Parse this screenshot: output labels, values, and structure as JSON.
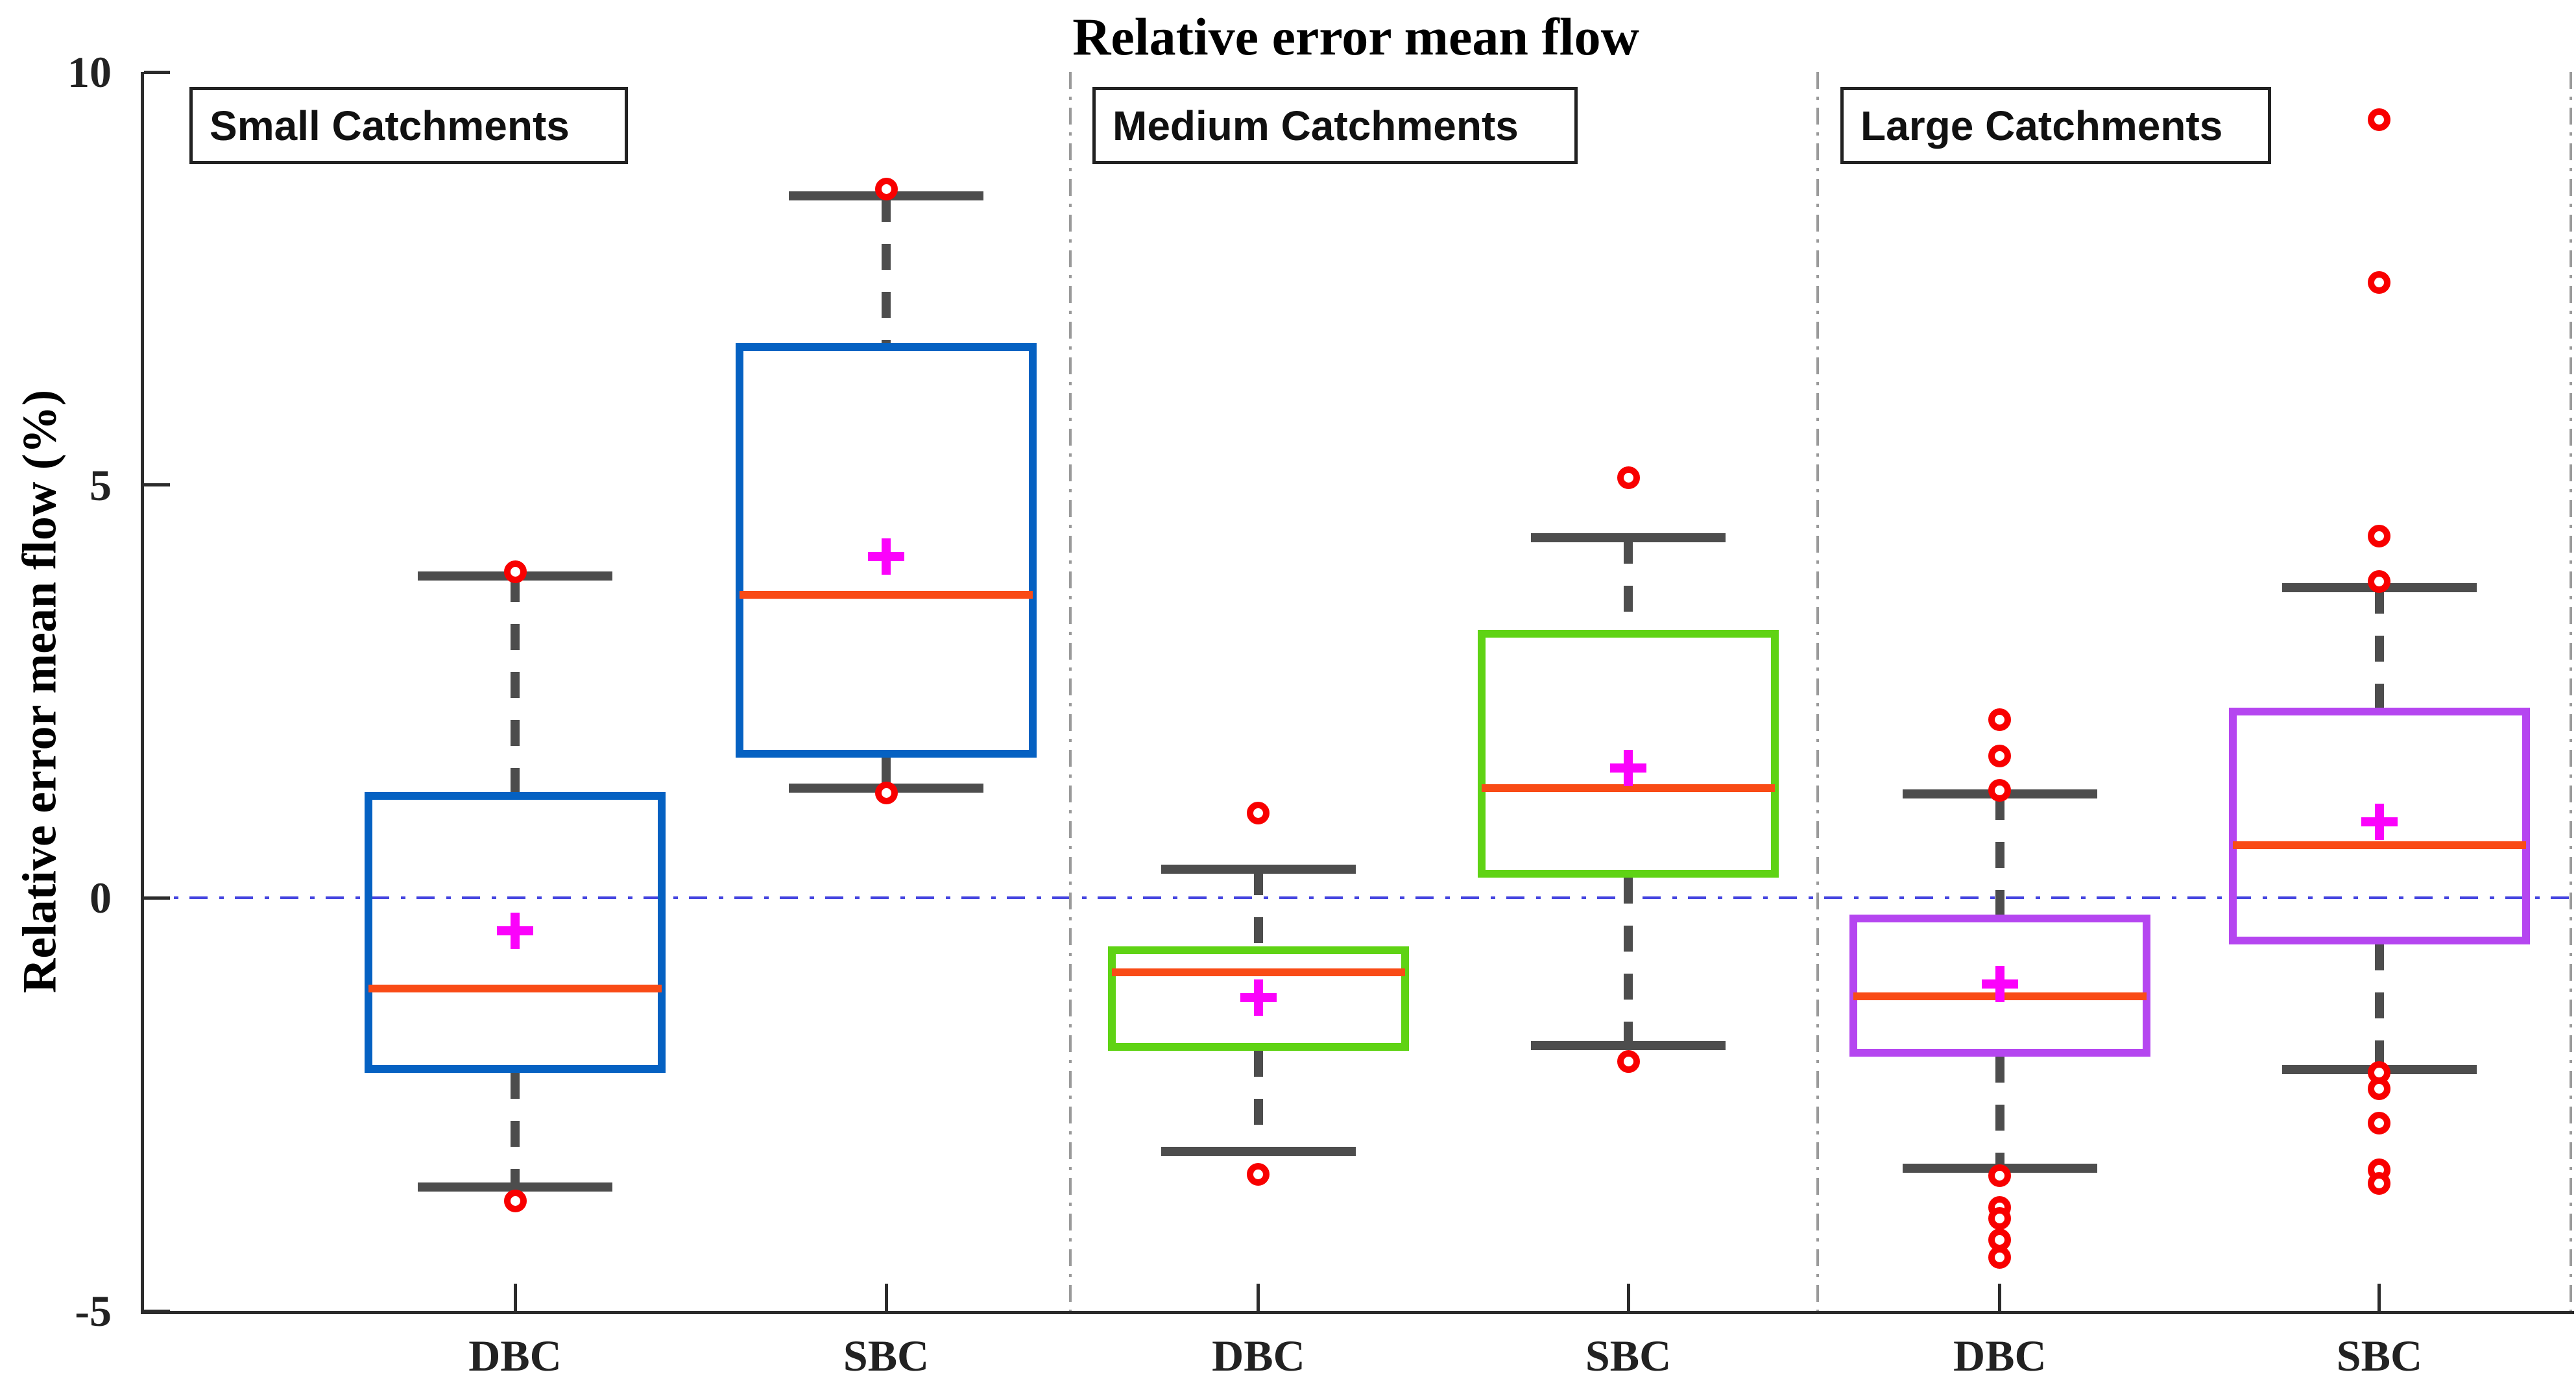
{
  "chart_data": {
    "type": "box",
    "title": "Relative error mean flow",
    "ylabel": "Relative error mean flow (%)",
    "xlabel": "",
    "ylim": [
      -5,
      10
    ],
    "yticks": [
      10,
      5,
      0,
      -5
    ],
    "zero_reference_line": 0,
    "grid": false,
    "legend_position": "none",
    "categories": [
      "DBC",
      "SBC",
      "DBC",
      "SBC",
      "DBC",
      "SBC"
    ],
    "colors": {
      "small_box": "#0561C2",
      "medium_box": "#5FD314",
      "large_box": "#B546F0",
      "median_line": "#F94B16",
      "mean_marker": "#FB02FB",
      "outlier": "#F80000",
      "whisker": "#4D4D4D",
      "zero_line": "#4545E0",
      "panel_divider": "#9A9A9A",
      "axis": "#2B2B2B"
    },
    "panels": [
      {
        "label": "Small Catchments",
        "boxes": [
          {
            "category": "DBC",
            "color": "#0561C2",
            "stats": {
              "whisker_low": -3.5,
              "q1": -2.12,
              "median": -1.1,
              "q3": 1.28,
              "whisker_high": 3.9,
              "mean": -0.4
            },
            "outliers_high": [
              3.95
            ],
            "outliers_low": [
              -3.67
            ]
          },
          {
            "category": "SBC",
            "color": "#0561C2",
            "stats": {
              "whisker_low": 1.33,
              "q1": 1.7,
              "median": 3.67,
              "q3": 6.72,
              "whisker_high": 8.5,
              "mean": 4.13
            },
            "outliers_high": [
              8.58
            ],
            "outliers_low": [
              1.27
            ]
          }
        ]
      },
      {
        "label": "Medium Catchments",
        "boxes": [
          {
            "category": "DBC",
            "color": "#5FD314",
            "stats": {
              "whisker_low": -3.07,
              "q1": -1.85,
              "median": -0.9,
              "q3": -0.59,
              "whisker_high": 0.35,
              "mean": -1.21
            },
            "outliers_high": [
              1.03
            ],
            "outliers_low": [
              -3.35
            ]
          },
          {
            "category": "SBC",
            "color": "#5FD314",
            "stats": {
              "whisker_low": -1.79,
              "q1": 0.25,
              "median": 1.33,
              "q3": 3.25,
              "whisker_high": 4.36,
              "mean": 1.57
            },
            "outliers_high": [
              5.09
            ],
            "outliers_low": [
              -1.98
            ]
          }
        ]
      },
      {
        "label": "Large Catchments",
        "boxes": [
          {
            "category": "DBC",
            "color": "#B546F0",
            "stats": {
              "whisker_low": -3.27,
              "q1": -1.92,
              "median": -1.19,
              "q3": -0.2,
              "whisker_high": 1.26,
              "mean": -1.04
            },
            "outliers_high": [
              2.16,
              1.72,
              1.3
            ],
            "outliers_low": [
              -3.36,
              -3.75,
              -3.88,
              -4.14,
              -4.35
            ]
          },
          {
            "category": "SBC",
            "color": "#B546F0",
            "stats": {
              "whisker_low": -2.08,
              "q1": -0.56,
              "median": 0.64,
              "q3": 2.3,
              "whisker_high": 3.76,
              "mean": 0.92
            },
            "outliers_high": [
              9.42,
              7.45,
              4.38,
              3.83
            ],
            "outliers_low": [
              -2.11,
              -2.31,
              -2.73,
              -3.29,
              -3.46
            ]
          }
        ]
      }
    ]
  }
}
